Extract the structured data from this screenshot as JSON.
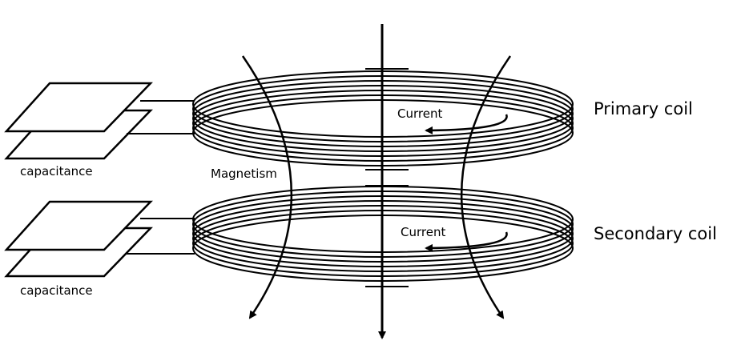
{
  "labels": {
    "capacitance_top": "capacitance",
    "capacitance_bottom": "capacitance",
    "magnetism": "Magnetism",
    "current_primary": "Current",
    "current_secondary": "Current",
    "primary_coil": "Primary coil",
    "secondary_coil": "Secondary coil"
  },
  "colors": {
    "stroke": "#000000",
    "background": "#ffffff"
  }
}
